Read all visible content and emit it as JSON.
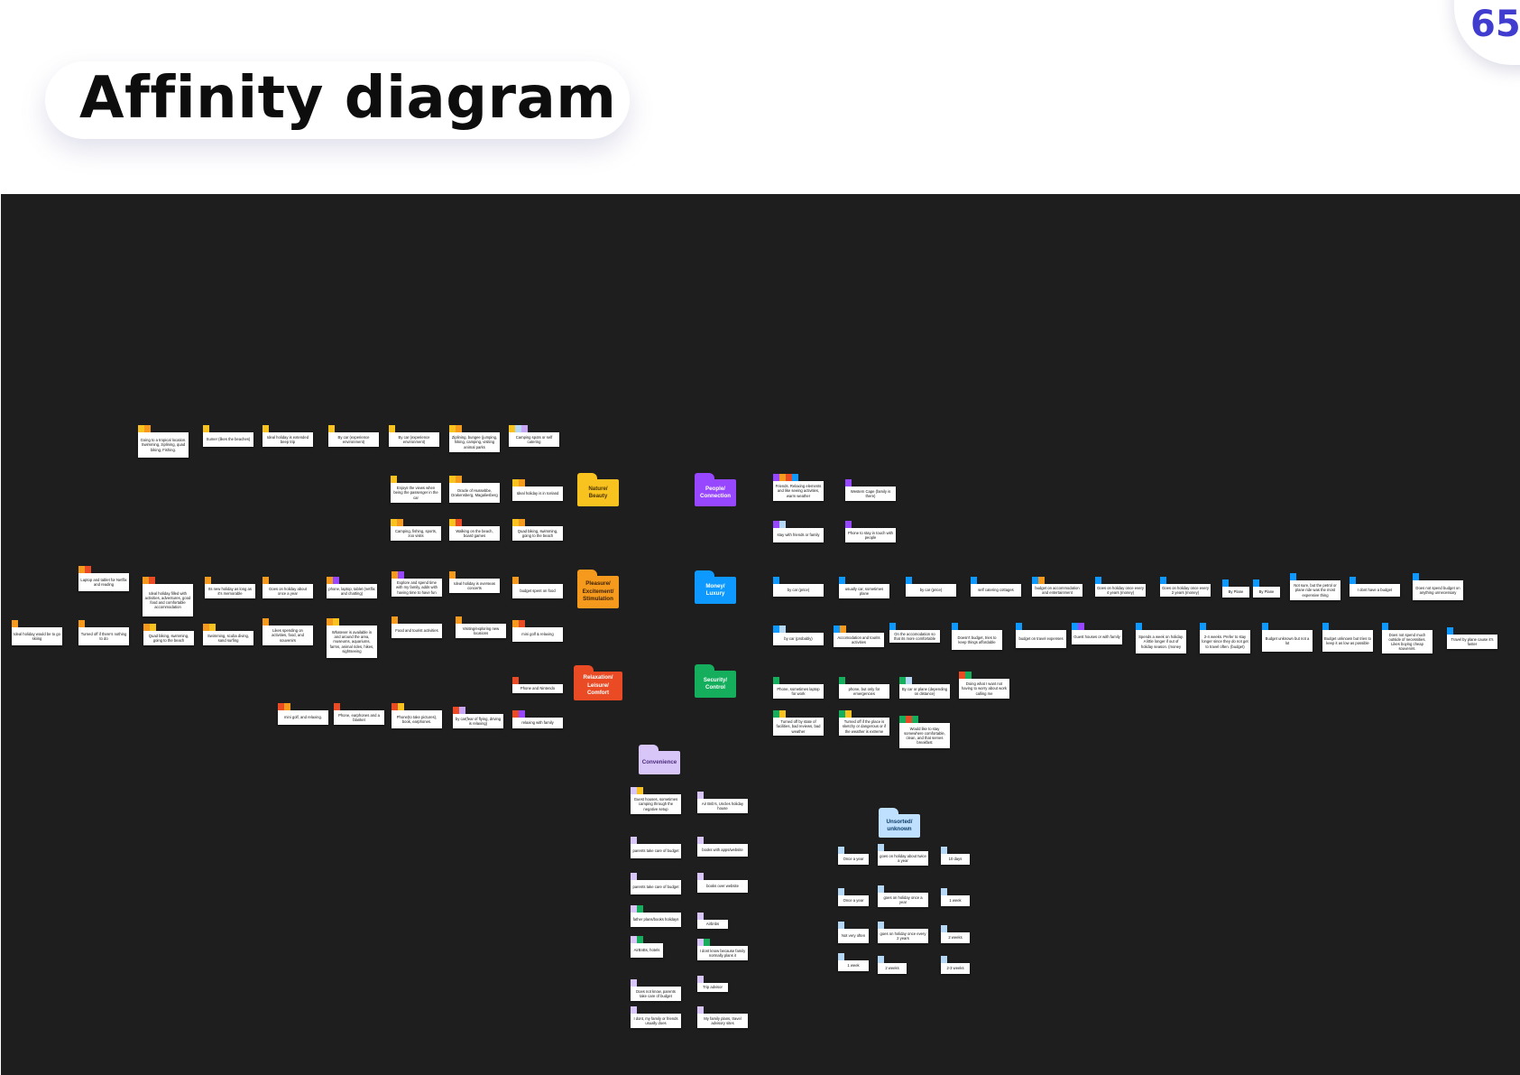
{
  "page_number": "65",
  "title": "Affinity diagram",
  "colors": {
    "board": "#1e1e1e",
    "yellow": "#f9c31f",
    "orange": "#f59a1d",
    "red": "#ea4b25",
    "purple": "#9747ff",
    "blue": "#0d99ff",
    "green": "#14ae5c",
    "lavender": "#d8c6f9",
    "lightblue": "#bfe1ff",
    "light_purple_tag": "#c8a5f5",
    "light_blue_tag": "#b6d8f7"
  },
  "groups": [
    {
      "name": "Nature/ Beauty",
      "color": "yellow",
      "text_color": "#4a3400"
    },
    {
      "name": "Pleasure/ Excitement/ Stimulation",
      "color": "orange",
      "text_color": "#3b1f00"
    },
    {
      "name": "Relaxation/ Leisure/ Comfort",
      "color": "red",
      "text_color": "#ffffff"
    },
    {
      "name": "People/ Connection",
      "color": "purple",
      "text_color": "#ffffff"
    },
    {
      "name": "Money/ Luxury",
      "color": "blue",
      "text_color": "#ffffff"
    },
    {
      "name": "Security/ Control",
      "color": "green",
      "text_color": "#ffffff"
    },
    {
      "name": "Convenience",
      "color": "lavender",
      "text_color": "#4a2a7a"
    },
    {
      "name": "Unsorted/ unknown",
      "color": "lightblue",
      "text_color": "#0b3a66"
    }
  ],
  "notes": [
    {
      "text": "Going to a tropical location. Swimming, ziplining, quad biking, Fishing.",
      "tags": [
        "yellow",
        "orange"
      ]
    },
    {
      "text": "Sumer (likes the beaches)",
      "tags": [
        "yellow"
      ]
    },
    {
      "text": "Ideal holiday is extended beep trip",
      "tags": [
        "yellow"
      ]
    },
    {
      "text": "By car (experience environment)",
      "tags": [
        "yellow"
      ]
    },
    {
      "text": "By car (experience environment)",
      "tags": [
        "yellow"
      ]
    },
    {
      "text": "Ziplining, bungee (jumping, hiking, camping, visiting animal parks",
      "tags": [
        "yellow",
        "orange"
      ]
    },
    {
      "text": "Camping spots or self catering",
      "tags": [
        "yellow",
        "light_blue_tag",
        "light_purple_tag"
      ]
    },
    {
      "text": "Enjoys the views when being the passenger in the car",
      "tags": [
        "yellow"
      ]
    },
    {
      "text": "Oracle of Hussebbe, Drakensberg, Magaliesberg",
      "tags": [
        "yellow",
        "orange"
      ]
    },
    {
      "text": "Ideal holiday is in Iceland",
      "tags": [
        "yellow",
        "orange"
      ]
    },
    {
      "text": "Camping, fishing, sports, zoo visits",
      "tags": [
        "yellow",
        "orange"
      ]
    },
    {
      "text": "Walking on the beach, board games",
      "tags": [
        "yellow",
        "red"
      ]
    },
    {
      "text": "Quad biking, swimming, going to the beach",
      "tags": [
        "yellow",
        "orange"
      ]
    },
    {
      "text": "Laptop and tablet for Netflix and reading",
      "tags": [
        "orange",
        "red"
      ]
    },
    {
      "text": "Ideal holiday filled with activities, adventures, good food and comfortable accommodation",
      "tags": [
        "orange",
        "red"
      ]
    },
    {
      "text": "Its new holiday as long as it's memorable",
      "tags": [
        "orange"
      ]
    },
    {
      "text": "Goes on holiday about once a year",
      "tags": [
        "orange"
      ]
    },
    {
      "text": "phone, laptop, tablet (netflix and chatting)",
      "tags": [
        "orange",
        "purple"
      ]
    },
    {
      "text": "Explore and spend time with my family, adds with having time to have fun",
      "tags": [
        "orange",
        "purple"
      ]
    },
    {
      "text": "Ideal holiday is overseas concerts",
      "tags": [
        "orange"
      ]
    },
    {
      "text": "budget spent on food",
      "tags": [
        "orange"
      ]
    },
    {
      "text": "Ideal holiday would be to go skiing",
      "tags": [
        "orange"
      ]
    },
    {
      "text": "Turned off if there's nothing to do",
      "tags": [
        "orange"
      ]
    },
    {
      "text": "Quad biking, swimming, going to the beach",
      "tags": [
        "orange",
        "yellow"
      ]
    },
    {
      "text": "Swimming, scuba diving, sand surfing",
      "tags": [
        "orange",
        "yellow"
      ]
    },
    {
      "text": "Likes spending on activities, food, and souvenirs",
      "tags": [
        "orange"
      ]
    },
    {
      "text": "Whatever is available in and around the area, museums, aquariums, farms, animal rides, hikes, sightseeing",
      "tags": [
        "orange",
        "yellow"
      ]
    },
    {
      "text": "Food and tourist activities",
      "tags": [
        "orange"
      ]
    },
    {
      "text": "Visiting/exploring new locations",
      "tags": [
        "orange"
      ]
    },
    {
      "text": "mini golf & relaxing",
      "tags": [
        "orange",
        "red"
      ]
    },
    {
      "text": "Phone and Nintendo",
      "tags": [
        "red"
      ]
    },
    {
      "text": "mini golf, and relaxing.",
      "tags": [
        "red",
        "orange"
      ]
    },
    {
      "text": "Phone, earphones and a blanket",
      "tags": [
        "red"
      ]
    },
    {
      "text": "Phone(to take pictures), book, earphones.",
      "tags": [
        "red",
        "yellow"
      ]
    },
    {
      "text": "by car(fear of flying, driving is relaxing)",
      "tags": [
        "red",
        "light_purple_tag"
      ]
    },
    {
      "text": "relaxing with family",
      "tags": [
        "red",
        "purple"
      ]
    },
    {
      "text": "Friends. Relaxing elements and like seeing activities, warm weather",
      "tags": [
        "purple",
        "orange",
        "red",
        "blue"
      ]
    },
    {
      "text": "Western Cape (family is there)",
      "tags": [
        "purple"
      ]
    },
    {
      "text": "stay with friends or family",
      "tags": [
        "purple",
        "light_blue_tag"
      ]
    },
    {
      "text": "Phone to stay in touch with people",
      "tags": [
        "purple"
      ]
    },
    {
      "text": "by car (price)",
      "tags": [
        "blue"
      ]
    },
    {
      "text": "usually car, sometimes plane",
      "tags": [
        "blue"
      ]
    },
    {
      "text": "by car (price)",
      "tags": [
        "blue"
      ]
    },
    {
      "text": "self catering cottages",
      "tags": [
        "blue"
      ]
    },
    {
      "text": "budget on accommodation and entertainment",
      "tags": [
        "blue",
        "orange"
      ]
    },
    {
      "text": "Goes on holiday once every 4 years (money)",
      "tags": [
        "blue"
      ]
    },
    {
      "text": "Goes on holiday once every 2 years (money)",
      "tags": [
        "blue"
      ]
    },
    {
      "text": "By Plane",
      "tags": [
        "blue"
      ]
    },
    {
      "text": "By Plane",
      "tags": [
        "blue"
      ]
    },
    {
      "text": "Not sure, but the petrol or plane ride was the most expensive thing",
      "tags": [
        "blue"
      ]
    },
    {
      "text": "I dont have a budget",
      "tags": [
        "blue"
      ]
    },
    {
      "text": "Does not spend budget on anything unnecessary",
      "tags": [
        "blue"
      ]
    },
    {
      "text": "by car (probably)",
      "tags": [
        "blue",
        "light_blue_tag"
      ]
    },
    {
      "text": "Accomodation and tourits activities",
      "tags": [
        "blue",
        "orange"
      ]
    },
    {
      "text": "On the accomodation so that its more comfortable",
      "tags": [
        "blue"
      ]
    },
    {
      "text": "Doesn't budget, tries to keep things affordable",
      "tags": [
        "blue"
      ]
    },
    {
      "text": "budget on travel expenses",
      "tags": [
        "blue"
      ]
    },
    {
      "text": "Guest houses or with family",
      "tags": [
        "blue",
        "purple"
      ]
    },
    {
      "text": "Spends a week on holiday. A little longer if out of holiday season. (money",
      "tags": [
        "blue"
      ]
    },
    {
      "text": "2-4 weeks. Prefer to stay longer since they do not get to travel often. (budget)",
      "tags": [
        "blue"
      ]
    },
    {
      "text": "Budget unknown but not a lot",
      "tags": [
        "blue"
      ]
    },
    {
      "text": "Budget unknown but tries to keep it as low as possible",
      "tags": [
        "blue"
      ]
    },
    {
      "text": "Does not spend much outside of necessities. Likes buying cheap souvenirs.",
      "tags": [
        "blue"
      ]
    },
    {
      "text": "Travel by plane cause it's faster",
      "tags": [
        "blue"
      ]
    },
    {
      "text": "Phone, sometimes laptop for work",
      "tags": [
        "green"
      ]
    },
    {
      "text": "phone, but only for emergencies",
      "tags": [
        "green"
      ]
    },
    {
      "text": "By car or plane (depending on distance)",
      "tags": [
        "green",
        "light_blue_tag"
      ]
    },
    {
      "text": "Doing what I want not having to worry about work calling me",
      "tags": [
        "red",
        "green"
      ]
    },
    {
      "text": "Turned off by state of facilities, bad reviews, bad weather",
      "tags": [
        "green",
        "yellow"
      ]
    },
    {
      "text": "Turned off if the place is sketchy or dangerous or if the weather is extreme",
      "tags": [
        "green",
        "yellow"
      ]
    },
    {
      "text": "Would like to stay somewhere comfortable, clean, and that serves breakfast",
      "tags": [
        "green",
        "red",
        "green"
      ]
    },
    {
      "text": "Guest houses, sometimes camping through the negative setup",
      "tags": [
        "lavender",
        "yellow"
      ]
    },
    {
      "text": "Air Bnb's, Uncles holiday house",
      "tags": [
        "lavender"
      ]
    },
    {
      "text": "parents take care of budget",
      "tags": [
        "lavender"
      ]
    },
    {
      "text": "books with apps/website",
      "tags": [
        "lavender"
      ]
    },
    {
      "text": "parents take care of budget",
      "tags": [
        "lavender"
      ]
    },
    {
      "text": "books over website",
      "tags": [
        "lavender"
      ]
    },
    {
      "text": "father plans/books holidays",
      "tags": [
        "lavender",
        "green"
      ]
    },
    {
      "text": "Airbnbs",
      "tags": [
        "lavender"
      ]
    },
    {
      "text": "AirBnBs, hotels",
      "tags": [
        "lavender",
        "green"
      ]
    },
    {
      "text": "I dont know because family normally plans it",
      "tags": [
        "lavender",
        "green"
      ]
    },
    {
      "text": "Trip advisor",
      "tags": [
        "lavender"
      ]
    },
    {
      "text": "Does not know, parents take care of budget",
      "tags": [
        "lavender"
      ]
    },
    {
      "text": "My family plans, travel advisory sites",
      "tags": [
        "lavender"
      ]
    },
    {
      "text": "I dont, my family or friends usually does",
      "tags": [
        "lavender"
      ]
    },
    {
      "text": "Once a year",
      "tags": [
        "light_blue_tag"
      ]
    },
    {
      "text": "goes on holiday about twice a year",
      "tags": [
        "light_blue_tag"
      ]
    },
    {
      "text": "10 days",
      "tags": [
        "light_blue_tag"
      ]
    },
    {
      "text": "Once a year",
      "tags": [
        "light_blue_tag"
      ]
    },
    {
      "text": "goes on holiday once a year",
      "tags": [
        "light_blue_tag"
      ]
    },
    {
      "text": "1 week",
      "tags": [
        "light_blue_tag"
      ]
    },
    {
      "text": "Not very often",
      "tags": [
        "light_blue_tag"
      ]
    },
    {
      "text": "goes on holiday once every 2 years",
      "tags": [
        "light_blue_tag"
      ]
    },
    {
      "text": "2 weeks",
      "tags": [
        "light_blue_tag"
      ]
    },
    {
      "text": "1 week",
      "tags": [
        "light_blue_tag"
      ]
    },
    {
      "text": "2 weeks",
      "tags": [
        "light_blue_tag"
      ]
    },
    {
      "text": "2-3 weeks",
      "tags": [
        "light_blue_tag"
      ]
    }
  ]
}
